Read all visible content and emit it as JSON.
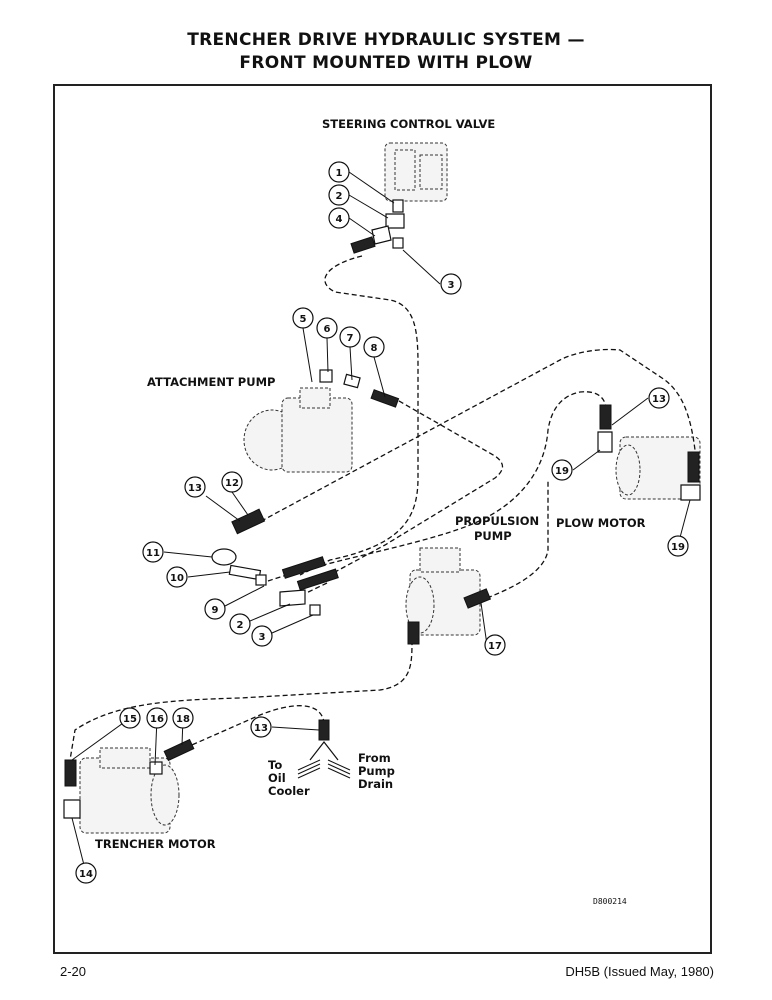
{
  "title_line1": "TRENCHER DRIVE HYDRAULIC SYSTEM —",
  "title_line2": "FRONT MOUNTED WITH PLOW",
  "labels": {
    "steering_control_valve": "STEERING CONTROL VALVE",
    "attachment_pump": "ATTACHMENT PUMP",
    "propulsion_pump_1": "PROPULSION",
    "propulsion_pump_2": "PUMP",
    "plow_motor": "PLOW MOTOR",
    "trencher_motor": "TRENCHER MOTOR",
    "to_oil_cooler_1": "To",
    "to_oil_cooler_2": "Oil",
    "to_oil_cooler_3": "Cooler",
    "from_pump_drain_1": "From",
    "from_pump_drain_2": "Pump",
    "from_pump_drain_3": "Drain"
  },
  "callouts": [
    "1",
    "2",
    "4",
    "3",
    "5",
    "6",
    "7",
    "8",
    "13",
    "12",
    "11",
    "10",
    "9",
    "2",
    "3",
    "13",
    "19",
    "19",
    "17",
    "15",
    "16",
    "18",
    "13",
    "14"
  ],
  "drawing_number": "D800214",
  "footer_left": "2-20",
  "footer_right": "DH5B (Issued May, 1980)"
}
